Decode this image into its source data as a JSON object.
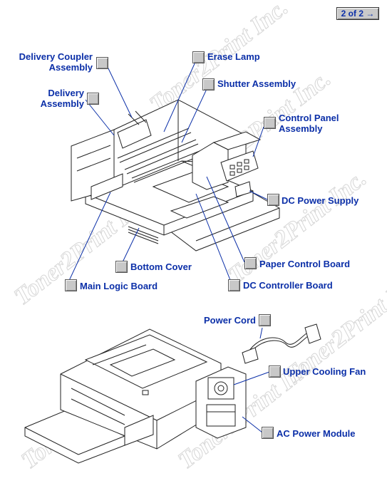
{
  "pager": {
    "label": "2 of 2",
    "arrow_icon": "arrow-right-icon"
  },
  "watermark": "Toner2Print Inc.",
  "labels": {
    "delivery_coupler": [
      "Delivery Coupler",
      "Assembly"
    ],
    "erase_lamp": "Erase Lamp",
    "shutter": "Shutter Assembly",
    "delivery": [
      "Delivery",
      "Assembly"
    ],
    "control_panel": [
      "Control Panel",
      "Assembly"
    ],
    "dc_power_supply": "DC Power Supply",
    "paper_control_board": "Paper Control Board",
    "bottom_cover": "Bottom Cover",
    "main_logic_board": "Main Logic Board",
    "dc_controller_board": "DC Controller Board",
    "power_cord": "Power Cord",
    "upper_cooling_fan": "Upper Cooling Fan",
    "ac_power_module": "AC Power Module"
  },
  "colors": {
    "label": "#0b2fa8",
    "button": "#c8c8c8",
    "line": "#222222"
  }
}
